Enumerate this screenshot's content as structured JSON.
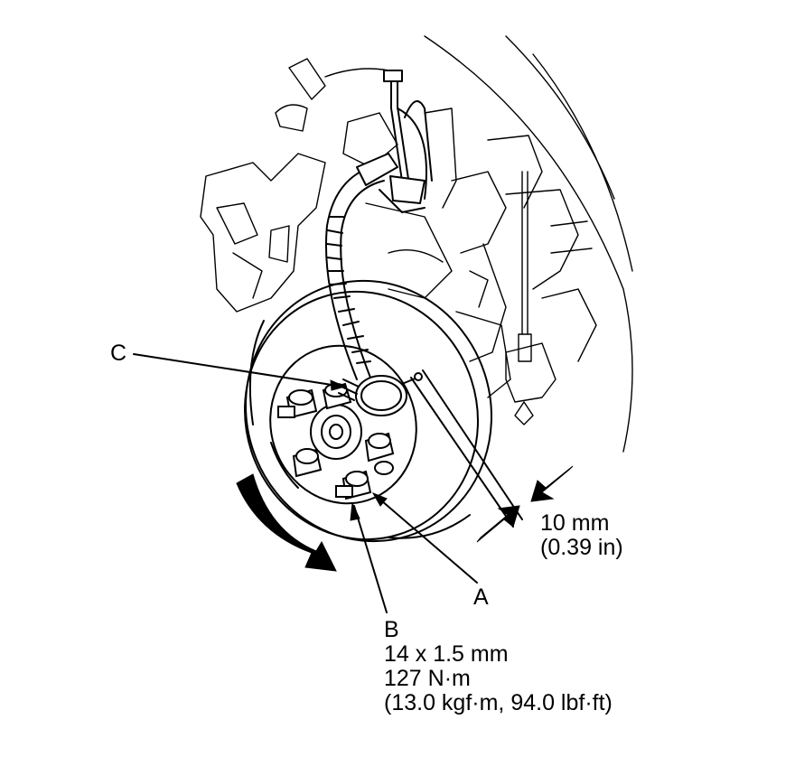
{
  "labels": {
    "c": "C",
    "a": "A",
    "b": "B",
    "b_size": "14 x 1.5 mm",
    "b_torque": "127 N·m",
    "b_torque_alt": "(13.0 kgf·m, 94.0 lbf·ft)",
    "dim_mm": "10 mm",
    "dim_in": "(0.39 in)"
  },
  "icons": {
    "rotation_arrow": "curved-rotation-arrow-icon",
    "dimension_arrows": "dimension-arrows-icon"
  }
}
